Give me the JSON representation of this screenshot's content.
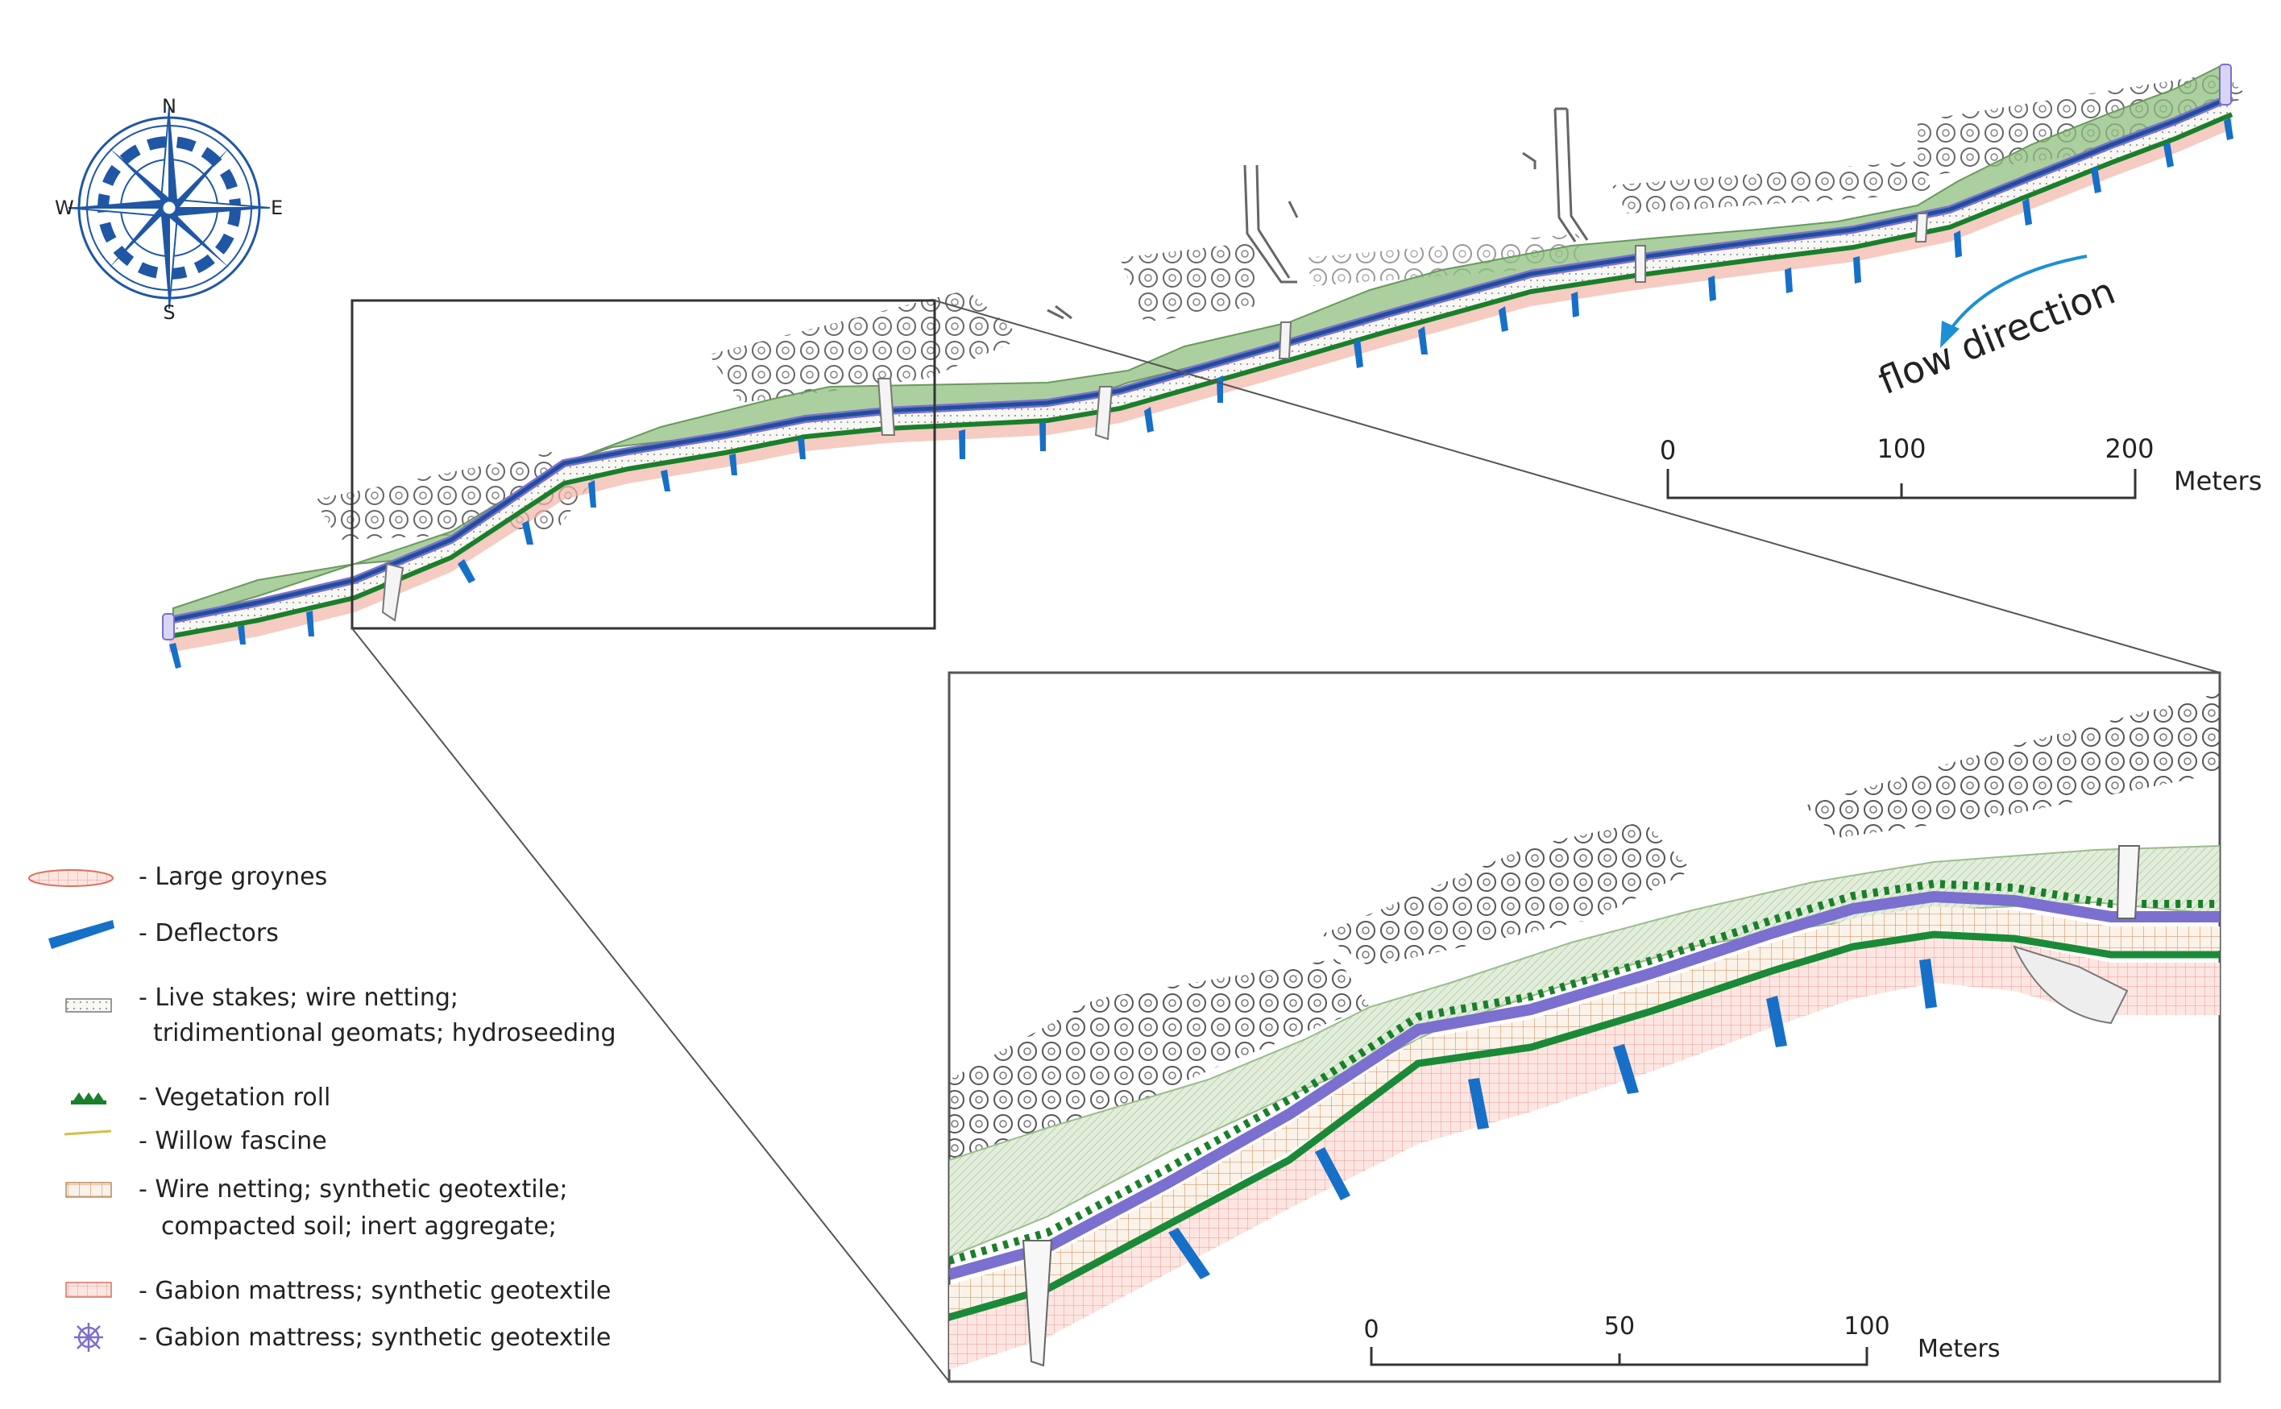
{
  "compass": {
    "n": "N",
    "s": "S",
    "e": "E",
    "w": "W"
  },
  "flow": {
    "label": "flow direction",
    "color": "#1e8fd5"
  },
  "scale_main": {
    "ticks": [
      "0",
      "100",
      "200"
    ],
    "unit": "Meters"
  },
  "scale_inset": {
    "ticks": [
      "0",
      "50",
      "100"
    ],
    "unit": "Meters"
  },
  "legend": [
    {
      "id": "large-groynes",
      "lines": [
        "- Large groynes"
      ]
    },
    {
      "id": "deflectors",
      "lines": [
        "- Deflectors"
      ]
    },
    {
      "id": "live-stakes",
      "lines": [
        "- Live stakes; wire netting;",
        "tridimentional geomats; hydroseeding"
      ]
    },
    {
      "id": "vegetation-roll",
      "lines": [
        "- Vegetation roll"
      ]
    },
    {
      "id": "willow-fascine",
      "lines": [
        "- Willow fascine"
      ]
    },
    {
      "id": "wire-netting",
      "lines": [
        "- Wire netting; synthetic geotextile;",
        "compacted soil; inert aggregate;"
      ]
    },
    {
      "id": "gabion-mattress",
      "lines": [
        "- Gabion mattress; synthetic geotextile"
      ]
    },
    {
      "id": "gabion-mattress-2",
      "lines": [
        "- Gabion mattress; synthetic geotextile"
      ]
    }
  ],
  "colors": {
    "bank_green": "#8fbf7f",
    "vegetation_roll": "#1a7f2a",
    "purple_band": "#7b6fcf",
    "blue_band": "#1f4f9c",
    "groyne_band": "#f1b5a8",
    "deflector": "#1670c8",
    "compass_blue": "#1f57a5"
  }
}
